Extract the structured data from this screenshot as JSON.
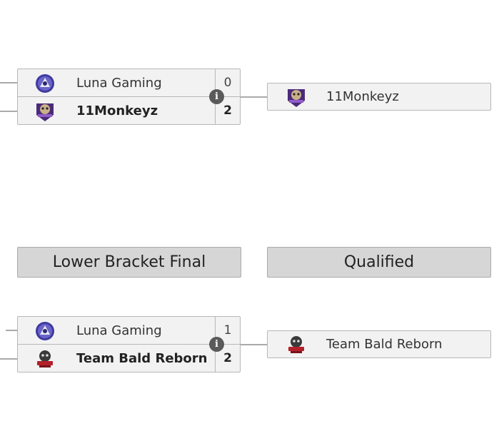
{
  "upper_final": {
    "team1": {
      "name": "Luna Gaming",
      "score": "0",
      "logo": "luna-gaming-logo"
    },
    "team2": {
      "name": "11Monkeyz",
      "score": "2",
      "logo": "11monkeyz-logo"
    },
    "info_icon": "info-icon",
    "winner": {
      "name": "11Monkeyz",
      "logo": "11monkeyz-logo"
    }
  },
  "headers": {
    "lower_final": "Lower Bracket Final",
    "qualified": "Qualified"
  },
  "lower_final": {
    "team1": {
      "name": "Luna Gaming",
      "score": "1",
      "logo": "luna-gaming-logo"
    },
    "team2": {
      "name": "Team Bald Reborn",
      "score": "2",
      "logo": "team-bald-reborn-logo"
    },
    "info_icon": "info-icon",
    "winner": {
      "name": "Team Bald Reborn",
      "logo": "team-bald-reborn-logo"
    }
  },
  "colors": {
    "card_bg": "#f2f2f2",
    "header_bg": "#d6d6d6",
    "border": "#b7b7b7",
    "connector": "#aaaaaa"
  }
}
